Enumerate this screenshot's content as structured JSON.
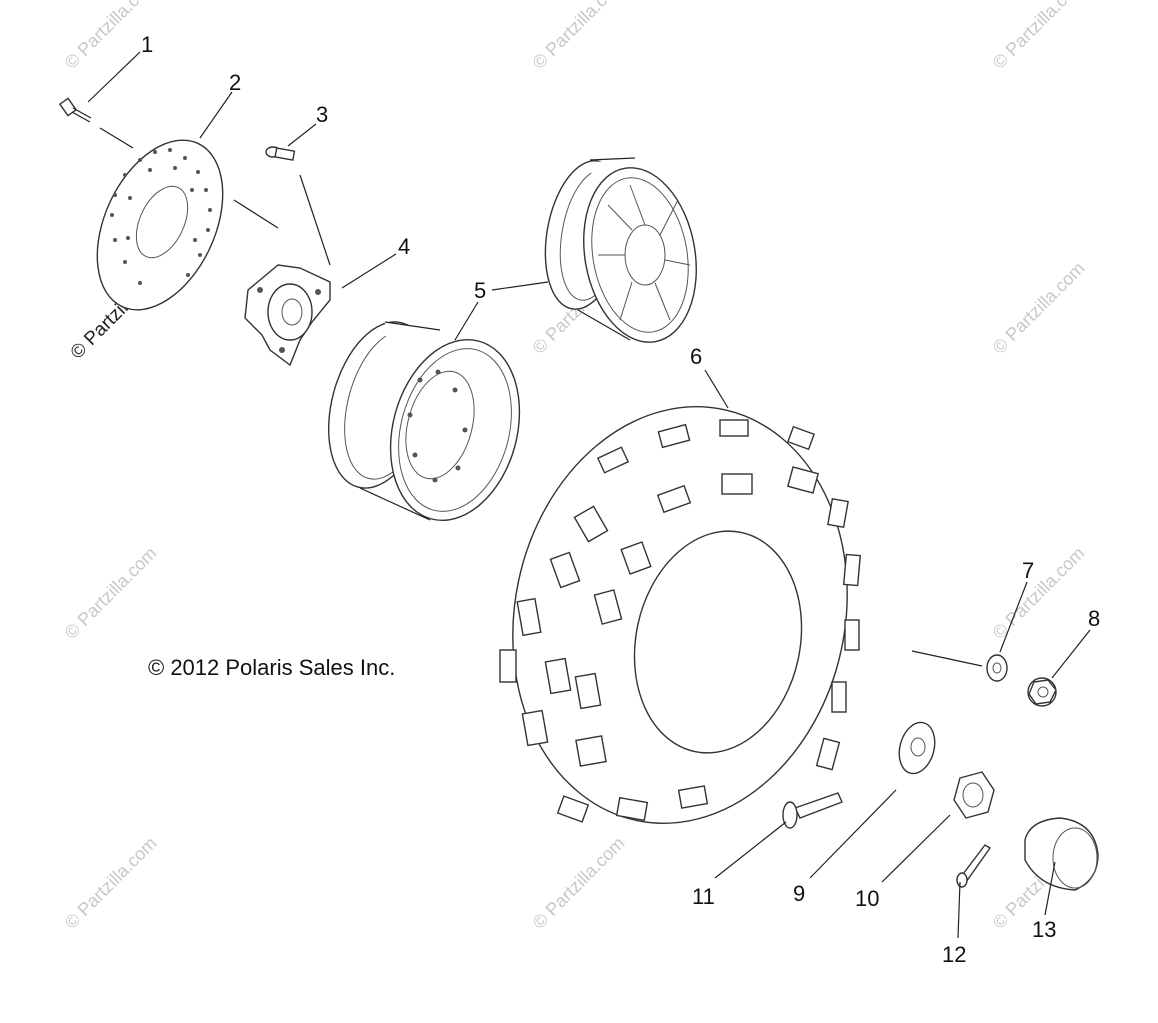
{
  "copyright": "© 2012 Polaris Sales Inc.",
  "watermark": "© Partzilla.com",
  "callouts": [
    "1",
    "2",
    "3",
    "4",
    "5",
    "6",
    "7",
    "8",
    "9",
    "10",
    "11",
    "12",
    "13"
  ],
  "parts": [
    {
      "ref": "1",
      "shape": "bolt"
    },
    {
      "ref": "2",
      "shape": "brake-disc"
    },
    {
      "ref": "3",
      "shape": "stud"
    },
    {
      "ref": "4",
      "shape": "hub"
    },
    {
      "ref": "5",
      "shape": "wheel-rim"
    },
    {
      "ref": "6",
      "shape": "tire"
    },
    {
      "ref": "7",
      "shape": "washer"
    },
    {
      "ref": "8",
      "shape": "flange-nut"
    },
    {
      "ref": "9",
      "shape": "washer"
    },
    {
      "ref": "10",
      "shape": "castle-nut"
    },
    {
      "ref": "11",
      "shape": "bolt"
    },
    {
      "ref": "12",
      "shape": "cotter-pin"
    },
    {
      "ref": "13",
      "shape": "hub-cap"
    }
  ]
}
